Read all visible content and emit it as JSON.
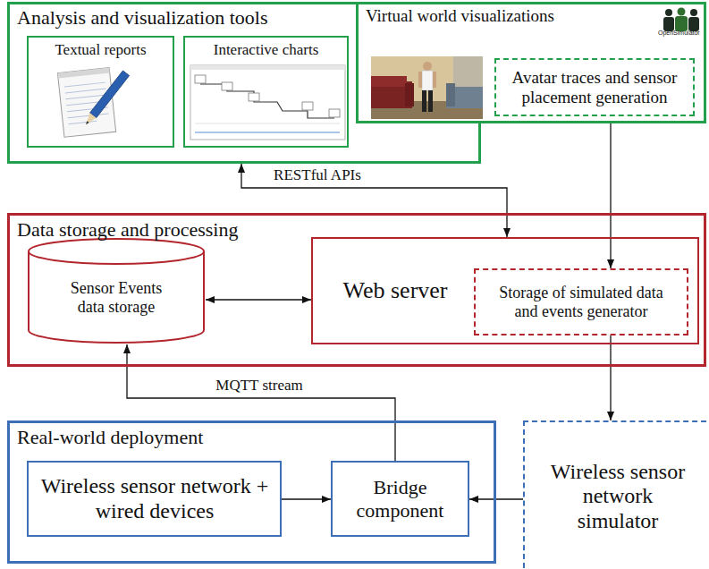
{
  "diagram": {
    "nodes": [
      {
        "text": [
          "Analysis and visualization tools"
        ]
      },
      {
        "text": [
          "Textual reports"
        ],
        "in": 0
      },
      {
        "text": [
          "Interactive charts"
        ],
        "in": 0
      },
      {
        "text": [
          "Virtual world visualizations"
        ],
        "in": 0
      },
      {
        "text": [
          "Avatar traces and sensor placement generation"
        ],
        "in": 3
      },
      {
        "text": [
          "Data storage and processing"
        ]
      },
      {
        "text": [
          "Sensor Events data storage"
        ],
        "in": 5
      },
      {
        "text": [
          "Web server"
        ],
        "in": 5
      },
      {
        "text": [
          "Storage of simulated data and events generator"
        ],
        "in": 7
      },
      {
        "text": [
          "Real-world deployment"
        ]
      },
      {
        "text": [
          "Wireless sensor network + wired devices"
        ],
        "in": 9
      },
      {
        "text": [
          "Bridge component"
        ],
        "in": 9
      },
      {
        "text": [
          "Wireless sensor network simulator"
        ]
      }
    ],
    "edges": [
      {
        "from": 0,
        "to": 7,
        "label": "RESTful APIs",
        "arrow": "both"
      },
      {
        "from": 4,
        "to": 8,
        "arrow": "to"
      },
      {
        "from": 6,
        "to": 7,
        "arrow": "both"
      },
      {
        "from": 8,
        "to": 12,
        "arrow": "to"
      },
      {
        "from": 12,
        "to": 11,
        "arrow": "to"
      },
      {
        "from": 10,
        "to": 11,
        "arrow": "to"
      },
      {
        "from": 11,
        "to": 6,
        "label": "MQTT stream",
        "arrow": "to"
      }
    ],
    "labels": [
      "OpenSimulator"
    ]
  }
}
